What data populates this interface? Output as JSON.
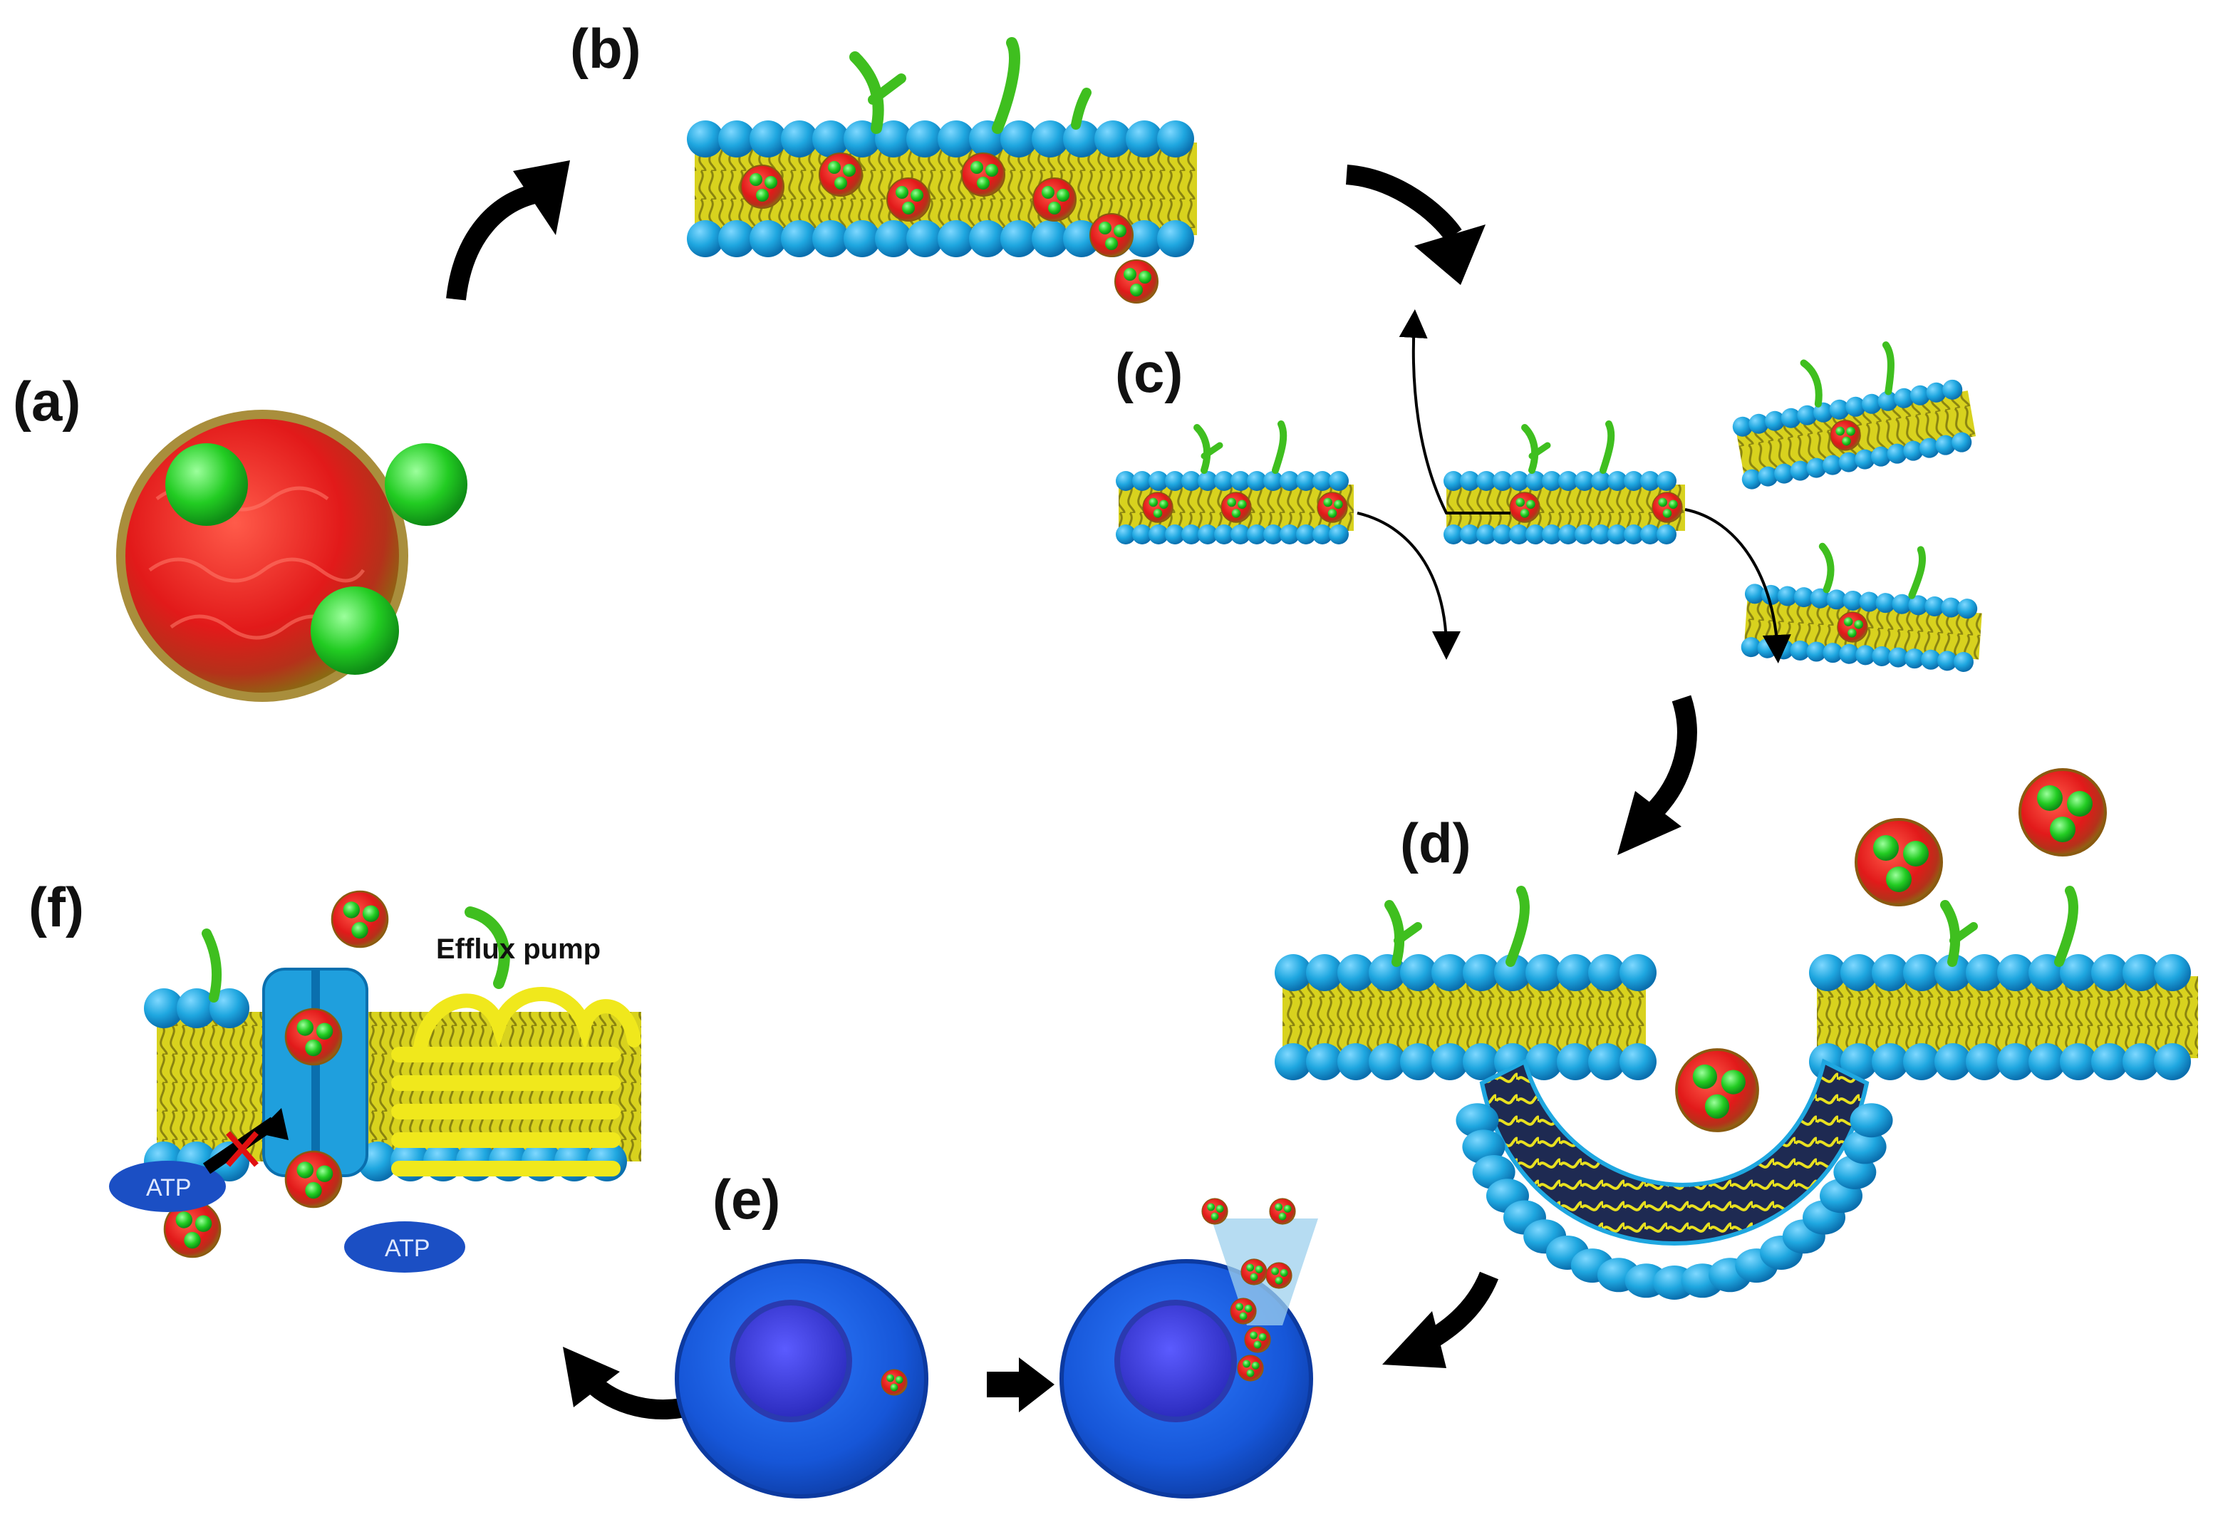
{
  "labels": {
    "a": "(a)",
    "b": "(b)",
    "c": "(c)",
    "d": "(d)",
    "e": "(e)",
    "f": "(f)"
  },
  "efflux_pump_label": "Efflux pump",
  "atp_label_1": "ATP",
  "atp_label_2": "ATP",
  "colors": {
    "lipid_head": "#1fa7e0",
    "lipid_tail": "#d4cf1a",
    "nanoparticle_core": "#e21a1a",
    "drug_sphere": "#22cc22",
    "receptor": "#3fbf1f",
    "cell_body": "#1656d8",
    "nucleus": "#3a3adf",
    "atp": "#1b4fc4",
    "arrow": "#000000"
  },
  "icons": [
    "curved-arrow-icon",
    "block-x-icon",
    "straight-arrow-icon"
  ]
}
